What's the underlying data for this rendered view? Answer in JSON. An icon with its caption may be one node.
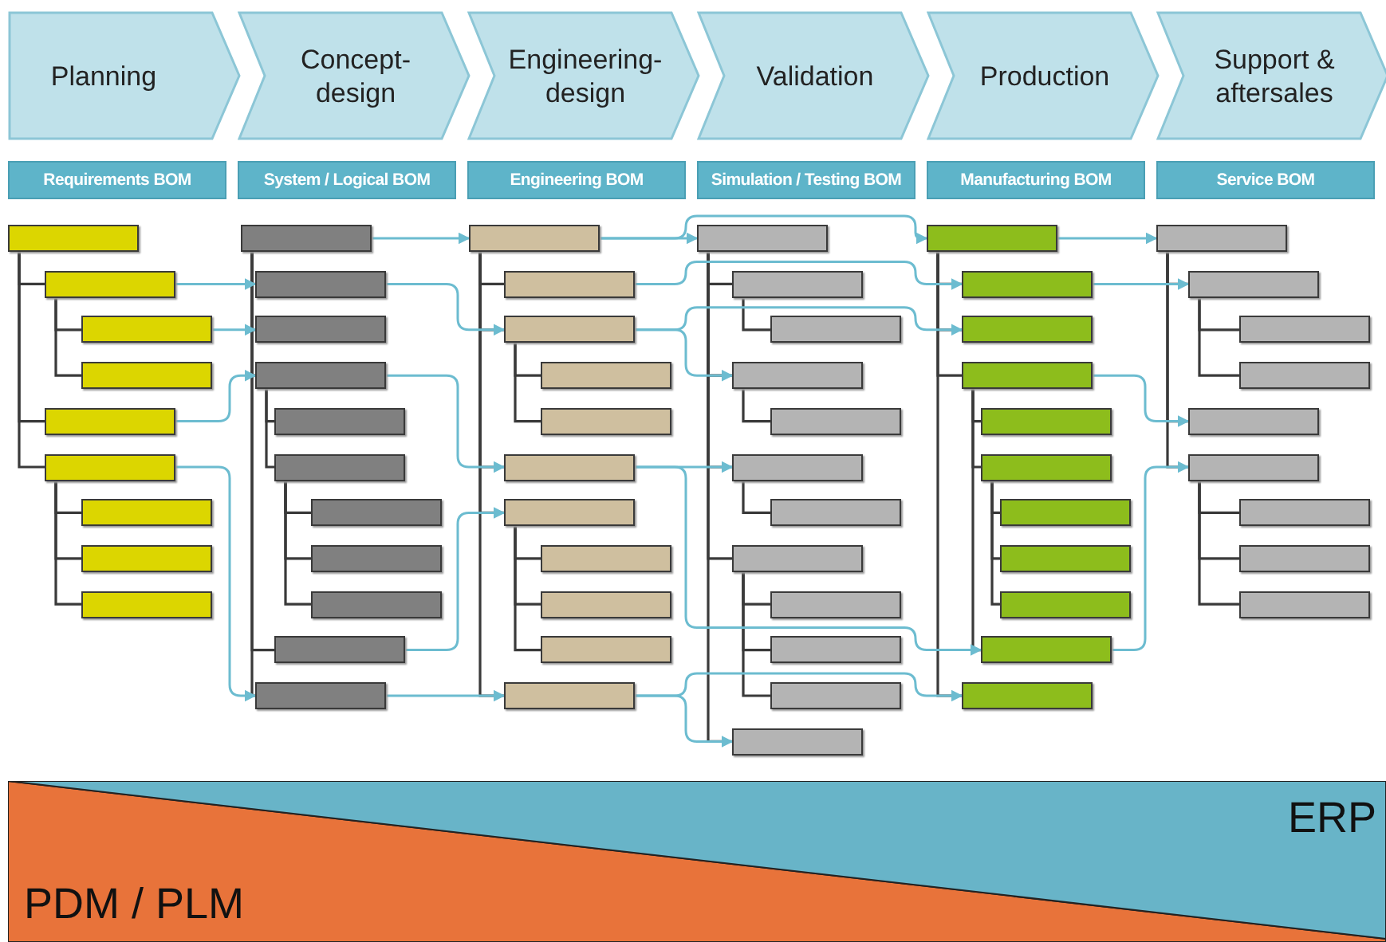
{
  "diagram": {
    "nodes": [
      {
        "text": [
          "Planning"
        ]
      },
      {
        "text": [
          "Concept-design"
        ]
      },
      {
        "text": [
          "Engineering-design"
        ]
      },
      {
        "text": [
          "Validation"
        ]
      },
      {
        "text": [
          "Production"
        ]
      },
      {
        "text": [
          "Support & aftersales"
        ]
      },
      {
        "text": [
          "Requirements BOM"
        ]
      },
      {
        "text": [
          "System / Logical BOM"
        ]
      },
      {
        "text": [
          "Engineering BOM"
        ]
      },
      {
        "text": [
          "Simulation / Testing BOM"
        ]
      },
      {
        "text": [
          "Manufacturing BOM"
        ]
      },
      {
        "text": [
          "Service BOM"
        ]
      },
      {
        "text": [],
        "shape": "bar"
      },
      {
        "text": [],
        "shape": "bar"
      },
      {
        "text": [],
        "shape": "bar"
      },
      {
        "text": [],
        "shape": "bar"
      },
      {
        "text": [],
        "shape": "bar"
      },
      {
        "text": [],
        "shape": "bar"
      },
      {
        "text": [],
        "shape": "bar"
      },
      {
        "text": [],
        "shape": "bar"
      },
      {
        "text": [],
        "shape": "bar"
      },
      {
        "text": [],
        "shape": "bar"
      },
      {
        "text": [],
        "shape": "bar"
      },
      {
        "text": [],
        "shape": "bar"
      },
      {
        "text": [],
        "shape": "bar"
      },
      {
        "text": [],
        "shape": "bar"
      },
      {
        "text": [],
        "shape": "bar"
      },
      {
        "text": [],
        "shape": "bar"
      },
      {
        "text": [],
        "shape": "bar"
      },
      {
        "text": [],
        "shape": "bar"
      },
      {
        "text": [],
        "shape": "bar"
      },
      {
        "text": [],
        "shape": "bar"
      },
      {
        "text": [],
        "shape": "bar"
      },
      {
        "text": [],
        "shape": "bar"
      },
      {
        "text": [],
        "shape": "bar"
      },
      {
        "text": [],
        "shape": "bar"
      },
      {
        "text": [],
        "shape": "bar"
      },
      {
        "text": [],
        "shape": "bar"
      },
      {
        "text": [],
        "shape": "bar"
      },
      {
        "text": [],
        "shape": "bar"
      },
      {
        "text": [],
        "shape": "bar"
      },
      {
        "text": [],
        "shape": "bar"
      },
      {
        "text": [],
        "shape": "bar"
      },
      {
        "text": [],
        "shape": "bar"
      },
      {
        "text": [],
        "shape": "bar"
      },
      {
        "text": [],
        "shape": "bar"
      },
      {
        "text": [],
        "shape": "bar"
      },
      {
        "text": [],
        "shape": "bar"
      },
      {
        "text": [],
        "shape": "bar"
      },
      {
        "text": [],
        "shape": "bar"
      },
      {
        "text": [],
        "shape": "bar"
      },
      {
        "text": [],
        "shape": "bar"
      },
      {
        "text": [],
        "shape": "bar"
      },
      {
        "text": [],
        "shape": "bar"
      },
      {
        "text": [],
        "shape": "bar"
      },
      {
        "text": [],
        "shape": "bar"
      },
      {
        "text": [],
        "shape": "bar"
      },
      {
        "text": [],
        "shape": "bar"
      },
      {
        "text": [],
        "shape": "bar"
      },
      {
        "text": [],
        "shape": "bar"
      },
      {
        "text": [],
        "shape": "bar"
      },
      {
        "text": [],
        "shape": "bar"
      },
      {
        "text": [],
        "shape": "bar"
      },
      {
        "text": [],
        "shape": "bar"
      },
      {
        "text": [],
        "shape": "bar"
      },
      {
        "text": [],
        "shape": "bar"
      },
      {
        "text": [],
        "shape": "bar"
      },
      {
        "text": [],
        "shape": "bar"
      },
      {
        "text": [],
        "shape": "bar"
      },
      {
        "text": [],
        "shape": "bar"
      },
      {
        "text": [],
        "shape": "bar"
      },
      {
        "text": [],
        "shape": "bar"
      },
      {
        "text": [],
        "shape": "bar"
      },
      {
        "text": [],
        "shape": "bar"
      },
      {
        "text": [],
        "shape": "bar"
      },
      {
        "text": [
          "PDM / PLM"
        ]
      },
      {
        "text": [
          "ERP"
        ]
      }
    ],
    "edges": [
      {
        "from": 12,
        "to": 13,
        "arrow": "none"
      },
      {
        "from": 13,
        "to": 14,
        "arrow": "none"
      },
      {
        "from": 13,
        "to": 15,
        "arrow": "none"
      },
      {
        "from": 12,
        "to": 16,
        "arrow": "none"
      },
      {
        "from": 12,
        "to": 17,
        "arrow": "none"
      },
      {
        "from": 17,
        "to": 18,
        "arrow": "none"
      },
      {
        "from": 17,
        "to": 19,
        "arrow": "none"
      },
      {
        "from": 17,
        "to": 20,
        "arrow": "none"
      },
      {
        "from": 21,
        "to": 22,
        "arrow": "none"
      },
      {
        "from": 21,
        "to": 23,
        "arrow": "none"
      },
      {
        "from": 21,
        "to": 24,
        "arrow": "none"
      },
      {
        "from": 24,
        "to": 25,
        "arrow": "none"
      },
      {
        "from": 24,
        "to": 26,
        "arrow": "none"
      },
      {
        "from": 26,
        "to": 27,
        "arrow": "none"
      },
      {
        "from": 26,
        "to": 28,
        "arrow": "none"
      },
      {
        "from": 26,
        "to": 29,
        "arrow": "none"
      },
      {
        "from": 21,
        "to": 30,
        "arrow": "none"
      },
      {
        "from": 21,
        "to": 31,
        "arrow": "none"
      },
      {
        "from": 32,
        "to": 33,
        "arrow": "none"
      },
      {
        "from": 32,
        "to": 34,
        "arrow": "none"
      },
      {
        "from": 34,
        "to": 35,
        "arrow": "none"
      },
      {
        "from": 34,
        "to": 36,
        "arrow": "none"
      },
      {
        "from": 32,
        "to": 37,
        "arrow": "none"
      },
      {
        "from": 32,
        "to": 38,
        "arrow": "none"
      },
      {
        "from": 38,
        "to": 39,
        "arrow": "none"
      },
      {
        "from": 38,
        "to": 40,
        "arrow": "none"
      },
      {
        "from": 38,
        "to": 41,
        "arrow": "none"
      },
      {
        "from": 32,
        "to": 42,
        "arrow": "none"
      },
      {
        "from": 43,
        "to": 44,
        "arrow": "none"
      },
      {
        "from": 44,
        "to": 45,
        "arrow": "none"
      },
      {
        "from": 43,
        "to": 46,
        "arrow": "none"
      },
      {
        "from": 46,
        "to": 47,
        "arrow": "none"
      },
      {
        "from": 43,
        "to": 48,
        "arrow": "none"
      },
      {
        "from": 48,
        "to": 49,
        "arrow": "none"
      },
      {
        "from": 43,
        "to": 50,
        "arrow": "none"
      },
      {
        "from": 50,
        "to": 51,
        "arrow": "none"
      },
      {
        "from": 50,
        "to": 52,
        "arrow": "none"
      },
      {
        "from": 50,
        "to": 53,
        "arrow": "none"
      },
      {
        "from": 43,
        "to": 54,
        "arrow": "none"
      },
      {
        "from": 55,
        "to": 56,
        "arrow": "none"
      },
      {
        "from": 55,
        "to": 57,
        "arrow": "none"
      },
      {
        "from": 55,
        "to": 58,
        "arrow": "none"
      },
      {
        "from": 58,
        "to": 59,
        "arrow": "none"
      },
      {
        "from": 58,
        "to": 60,
        "arrow": "none"
      },
      {
        "from": 60,
        "to": 61,
        "arrow": "none"
      },
      {
        "from": 60,
        "to": 62,
        "arrow": "none"
      },
      {
        "from": 60,
        "to": 63,
        "arrow": "none"
      },
      {
        "from": 58,
        "to": 64,
        "arrow": "none"
      },
      {
        "from": 55,
        "to": 65,
        "arrow": "none"
      },
      {
        "from": 66,
        "to": 67,
        "arrow": "none"
      },
      {
        "from": 67,
        "to": 68,
        "arrow": "none"
      },
      {
        "from": 67,
        "to": 69,
        "arrow": "none"
      },
      {
        "from": 66,
        "to": 70,
        "arrow": "none"
      },
      {
        "from": 66,
        "to": 71,
        "arrow": "none"
      },
      {
        "from": 71,
        "to": 72,
        "arrow": "none"
      },
      {
        "from": 71,
        "to": 73,
        "arrow": "none"
      },
      {
        "from": 71,
        "to": 74,
        "arrow": "none"
      },
      {
        "from": 13,
        "to": 22,
        "arrow": "to",
        "color": "#6cbcd0"
      },
      {
        "from": 14,
        "to": 23,
        "arrow": "to",
        "color": "#6cbcd0"
      },
      {
        "from": 16,
        "to": 24,
        "arrow": "to",
        "color": "#6cbcd0"
      },
      {
        "from": 17,
        "to": 31,
        "arrow": "to",
        "color": "#6cbcd0"
      },
      {
        "from": 21,
        "to": 32,
        "arrow": "to",
        "color": "#6cbcd0"
      },
      {
        "from": 22,
        "to": 34,
        "arrow": "to",
        "color": "#6cbcd0"
      },
      {
        "from": 24,
        "to": 37,
        "arrow": "to",
        "color": "#6cbcd0"
      },
      {
        "from": 30,
        "to": 38,
        "arrow": "to",
        "color": "#6cbcd0"
      },
      {
        "from": 31,
        "to": 42,
        "arrow": "to",
        "color": "#6cbcd0"
      },
      {
        "from": 32,
        "to": 43,
        "arrow": "to",
        "color": "#6cbcd0"
      },
      {
        "from": 32,
        "to": 55,
        "arrow": "to",
        "color": "#6cbcd0"
      },
      {
        "from": 33,
        "to": 56,
        "arrow": "to",
        "color": "#6cbcd0"
      },
      {
        "from": 34,
        "to": 57,
        "arrow": "to",
        "color": "#6cbcd0"
      },
      {
        "from": 34,
        "to": 46,
        "arrow": "to",
        "color": "#6cbcd0"
      },
      {
        "from": 37,
        "to": 48,
        "arrow": "to",
        "color": "#6cbcd0"
      },
      {
        "from": 37,
        "to": 64,
        "arrow": "to",
        "color": "#6cbcd0"
      },
      {
        "from": 42,
        "to": 54,
        "arrow": "to",
        "color": "#6cbcd0"
      },
      {
        "from": 42,
        "to": 65,
        "arrow": "to",
        "color": "#6cbcd0"
      },
      {
        "from": 55,
        "to": 66,
        "arrow": "to",
        "color": "#6cbcd0"
      },
      {
        "from": 56,
        "to": 67,
        "arrow": "to",
        "color": "#6cbcd0"
      },
      {
        "from": 58,
        "to": 70,
        "arrow": "to",
        "color": "#6cbcd0"
      },
      {
        "from": 64,
        "to": 71,
        "arrow": "to",
        "color": "#6cbcd0"
      }
    ]
  }
}
